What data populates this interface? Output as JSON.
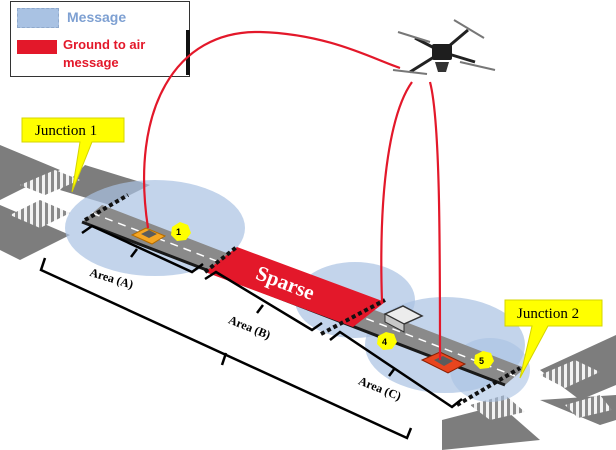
{
  "legend": {
    "message_label": "Message",
    "g2a_label": "Ground to air message"
  },
  "junctions": {
    "left": "Junction 1",
    "right": "Junction 2"
  },
  "areas": {
    "a": "Area (A)",
    "b": "Area (B)",
    "c": "Area (C)"
  },
  "sparse_label": "Sparse",
  "vehicles": {
    "v1": "1",
    "v4": "4",
    "v5": "5"
  },
  "colors": {
    "message": "#a9c2e3",
    "g2a": "#e3182a",
    "callout": "#ffff00",
    "road": "#8a8a8a"
  }
}
